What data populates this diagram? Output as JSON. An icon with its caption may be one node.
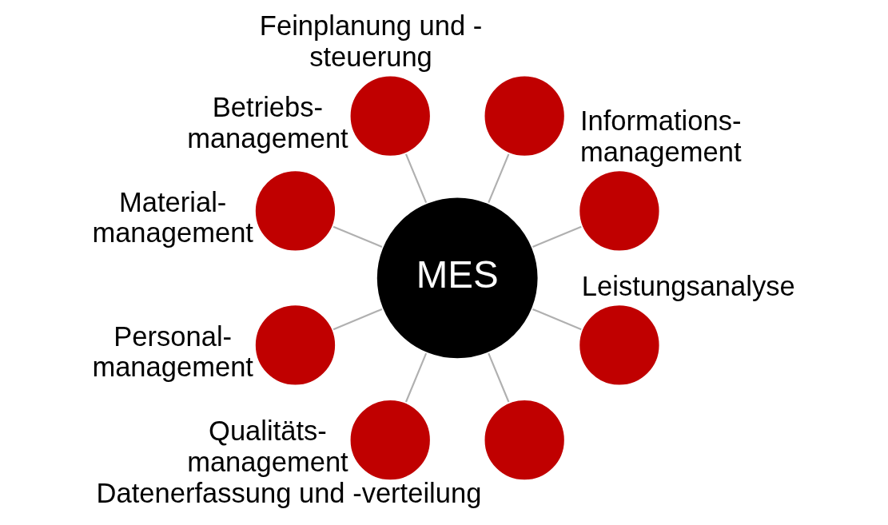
{
  "diagram": {
    "nodes": [
      {
        "text": [
          "MES"
        ]
      },
      {
        "text": [],
        "shape": "circle",
        "beside": [
          "Informations- management"
        ]
      },
      {
        "text": [],
        "shape": "circle",
        "beside": [
          "Feinplanung und - steuerung"
        ]
      },
      {
        "text": [],
        "shape": "circle",
        "beside": [
          "Betriebs- management"
        ]
      },
      {
        "text": [],
        "shape": "circle",
        "beside": [
          "Material- management"
        ]
      },
      {
        "text": [],
        "shape": "circle",
        "beside": [
          "Personal- management"
        ]
      },
      {
        "text": [],
        "shape": "circle",
        "beside": [
          "Qualitäts- management"
        ]
      },
      {
        "text": [],
        "shape": "circle",
        "beside": [
          "Datenerfassung und -verteilung"
        ]
      },
      {
        "text": [],
        "shape": "circle",
        "beside": [
          "Leistungsanalyse"
        ]
      }
    ],
    "edges": [
      {
        "from": 0,
        "to": 1,
        "arrow": "none"
      },
      {
        "from": 0,
        "to": 2,
        "arrow": "none"
      },
      {
        "from": 0,
        "to": 3,
        "arrow": "none"
      },
      {
        "from": 0,
        "to": 4,
        "arrow": "none"
      },
      {
        "from": 0,
        "to": 5,
        "arrow": "none"
      },
      {
        "from": 0,
        "to": 6,
        "arrow": "none"
      },
      {
        "from": 0,
        "to": 7,
        "arrow": "none"
      },
      {
        "from": 0,
        "to": 8,
        "arrow": "none"
      }
    ]
  }
}
